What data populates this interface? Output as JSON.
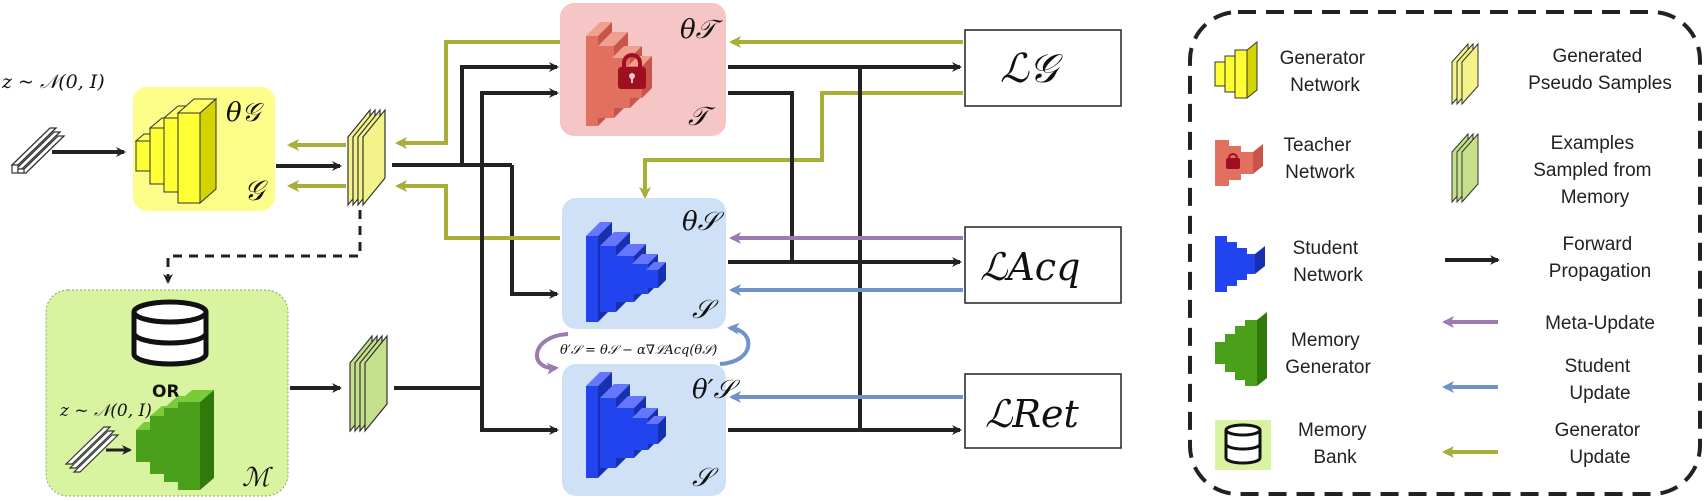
{
  "noise_top": "z ~ 𝒩(0, I)",
  "noise_mem": "z ~ 𝒩(0, I)",
  "generator": {
    "theta": "θ𝒢",
    "name": "𝒢"
  },
  "teacher": {
    "theta": "θ𝒯",
    "name": "𝒯"
  },
  "student": {
    "theta": "θ𝒮",
    "name": "𝒮"
  },
  "student_prime": {
    "theta": "θ′𝒮",
    "name": "𝒮"
  },
  "memory": {
    "or_label": "OR",
    "name": "ℳ"
  },
  "meta_formula": "θ′𝒮 = θ𝒮 − α∇ℒAcq(θ𝒮)",
  "losses": {
    "g": "ℒ𝒢",
    "acq": "ℒAcq",
    "ret": "ℒRet"
  },
  "legend": {
    "generator_network": [
      "Generator",
      "Network"
    ],
    "pseudo_samples": [
      "Generated",
      "Pseudo Samples"
    ],
    "teacher_network": [
      "Teacher",
      "Network"
    ],
    "memory_examples": [
      "Examples",
      "Sampled from",
      "Memory"
    ],
    "student_network": [
      "Student",
      "Network"
    ],
    "forward": [
      "Forward",
      "Propagation"
    ],
    "memory_generator": [
      "Memory",
      "Generator"
    ],
    "meta_update": [
      "Meta-Update"
    ],
    "student_update": [
      "Student",
      "Update"
    ],
    "memory_bank": [
      "Memory",
      "Bank"
    ],
    "generator_update": [
      "Generator",
      "Update"
    ]
  },
  "colors": {
    "generator_box": "#fdfd8a",
    "teacher_box": "#f6c6c6",
    "student_box": "#cfe1f7",
    "memory_box": "#d8f4a0",
    "forward": "#222222",
    "meta": "#9b7bb0",
    "student_update": "#6f93c8",
    "generator_update": "#a9ad3a"
  }
}
